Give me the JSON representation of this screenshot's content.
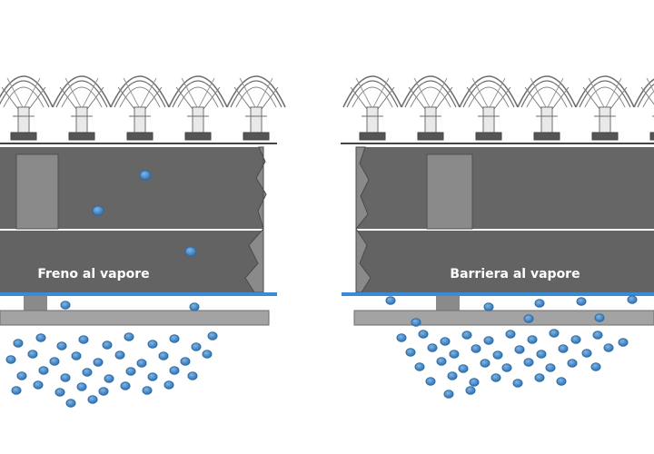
{
  "colors": {
    "background": "#ffffff",
    "insulation_dark": "#606060",
    "insulation_mid": "#7a7a7a",
    "stud": "#8c8c8c",
    "membrane_blue": "#3a8ad6",
    "vapor_drop_fill": "#3f86c7",
    "vapor_drop_edge": "#2f6aa3",
    "roof_tile_line": "#6f6f6f",
    "ceiling_board": "#9e9e9e",
    "label_text": "#ffffff"
  },
  "panels": [
    {
      "id": "freno",
      "label": "Freno al vapore",
      "membrane_type": "vapor-retarder",
      "vapor_passes_membrane": true
    },
    {
      "id": "barriera",
      "label": "Barriera al vapore",
      "membrane_type": "vapor-barrier",
      "vapor_passes_membrane": false
    }
  ]
}
